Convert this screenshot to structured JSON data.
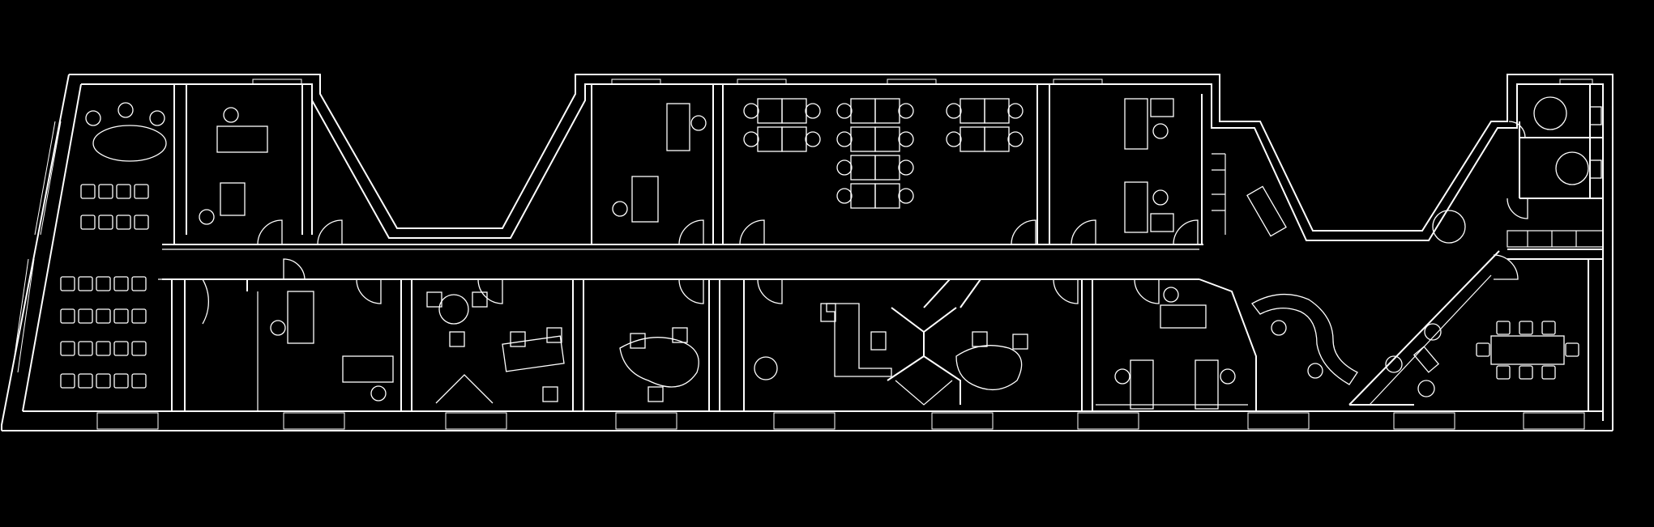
{
  "drawing": {
    "type": "architectural floor plan",
    "view": "top-down",
    "colors": {
      "background": "#000000",
      "linework": "#ffffff"
    }
  },
  "zones": [
    {
      "id": "conference-room",
      "furniture": [
        "oval-table",
        "chair",
        "chair",
        "chair"
      ]
    },
    {
      "id": "training-room",
      "furniture": [
        "seat-rows"
      ]
    },
    {
      "id": "office-north-1",
      "furniture": [
        "desk",
        "chair",
        "desk",
        "chair"
      ]
    },
    {
      "id": "office-north-2",
      "furniture": [
        "desk",
        "chair",
        "desk",
        "chair"
      ]
    },
    {
      "id": "open-workstations",
      "furniture": [
        "workstation-cluster",
        "workstation-cluster",
        "workstation-cluster"
      ]
    },
    {
      "id": "office-north-3",
      "furniture": [
        "desk",
        "chair",
        "desk",
        "chair"
      ]
    },
    {
      "id": "restrooms",
      "furniture": [
        "toilet",
        "toilet",
        "sink"
      ]
    },
    {
      "id": "office-south-1",
      "furniture": [
        "desk",
        "chair",
        "desk",
        "chair"
      ]
    },
    {
      "id": "meeting-round",
      "furniture": [
        "round-table",
        "chair",
        "desk"
      ]
    },
    {
      "id": "office-south-2",
      "furniture": [
        "curved-desk",
        "chair"
      ]
    },
    {
      "id": "executive-office",
      "furniture": [
        "desk",
        "chair",
        "curved-desk"
      ]
    },
    {
      "id": "office-south-3",
      "furniture": [
        "desk",
        "chair",
        "desk",
        "chair"
      ]
    },
    {
      "id": "reception",
      "furniture": [
        "curved-counter",
        "chair",
        "chair"
      ]
    },
    {
      "id": "boardroom",
      "furniture": [
        "rect-table",
        "chair",
        "lounge-table"
      ]
    }
  ]
}
